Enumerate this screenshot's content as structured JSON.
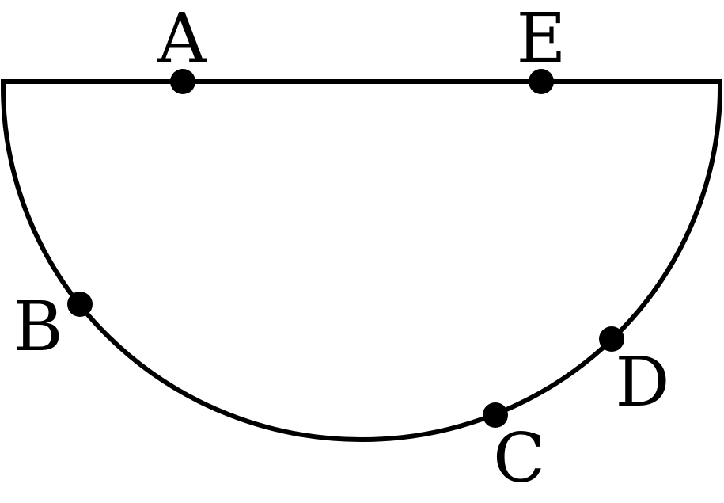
{
  "diagram": {
    "stroke_color": "#000000",
    "background": "#ffffff",
    "shape": "semicircle",
    "points": {
      "A": "A",
      "B": "B",
      "C": "C",
      "D": "D",
      "E": "E"
    }
  }
}
